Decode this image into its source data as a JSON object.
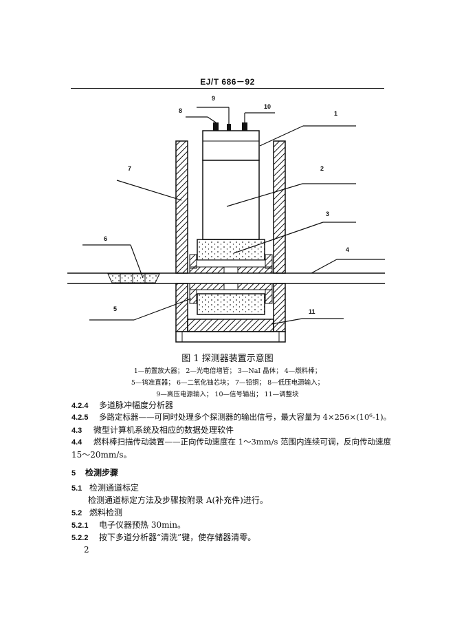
{
  "header": "EJ/T 686－92",
  "figure": {
    "labels": [
      "1",
      "2",
      "3",
      "4",
      "5",
      "6",
      "7",
      "8",
      "9",
      "10",
      "11"
    ],
    "caption": "图 1   探测器装置示意图",
    "legend": [
      "1—前置放大器；  2—光电倍增管；  3—NaI 晶体；  4—燃料棒；",
      "5—钨准直器；  6—二氧化铀芯块；  7—铅铜；  8—低压电源输入；",
      "9—高压电源输入；  10—信号输出；  11—调整块"
    ]
  },
  "body": [
    {
      "num": "4.2.4",
      "text": "多道脉冲幅度分析器"
    },
    {
      "num": "4.2.5",
      "text": "多路定标器——可同时处理多个探测器的输出信号，最大容量为 4×256×(10⁶-1)。"
    },
    {
      "num": "4.3",
      "text": "微型计算机系统及相应的数据处理软件"
    },
    {
      "num": "4.4",
      "text": "燃料棒扫描传动装置——正向传动速度在 1～3mm/s 范围内连续可调，反向传动速度"
    },
    {
      "num": "",
      "text": "15～20mm/s。"
    },
    {
      "num": "5",
      "text": "检测步骤"
    },
    {
      "num": "5.1",
      "text": "检测通道标定"
    },
    {
      "num": "",
      "text": "检测通道标定方法及步骤按附录 A(补充件)进行。"
    },
    {
      "num": "5.2",
      "text": "燃料检测"
    },
    {
      "num": "5.2.1",
      "text": "电子仪器预热 30min。"
    },
    {
      "num": "5.2.2",
      "text": "按下多道分析器“清洗”键，使存储器清零。"
    }
  ],
  "page_number": "2"
}
